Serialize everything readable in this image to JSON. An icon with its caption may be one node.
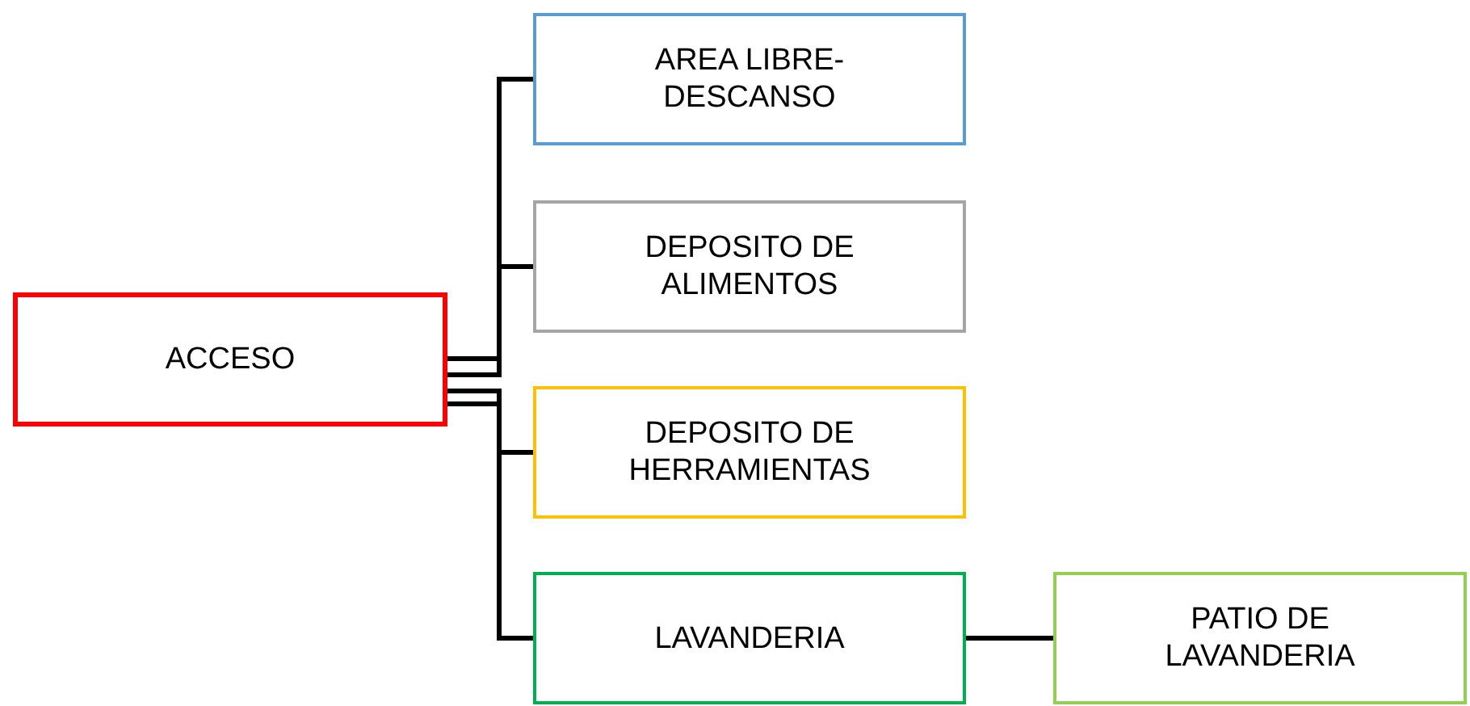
{
  "diagram": {
    "nodes": [
      {
        "text": [
          "ACCESO"
        ]
      },
      {
        "text": [
          "AREA LIBRE-DESCANSO"
        ]
      },
      {
        "text": [
          "DEPOSITO DE ALIMENTOS"
        ]
      },
      {
        "text": [
          "DEPOSITO DE HERRAMIENTAS"
        ]
      },
      {
        "text": [
          "LAVANDERIA"
        ]
      },
      {
        "text": [
          "PATIO DE LAVANDERIA"
        ]
      }
    ],
    "edges": [
      {
        "from": 0,
        "to": 1,
        "arrow": "none"
      },
      {
        "from": 0,
        "to": 2,
        "arrow": "none"
      },
      {
        "from": 0,
        "to": 3,
        "arrow": "none"
      },
      {
        "from": 0,
        "to": 4,
        "arrow": "none"
      },
      {
        "from": 4,
        "to": 5,
        "arrow": "none"
      }
    ]
  }
}
